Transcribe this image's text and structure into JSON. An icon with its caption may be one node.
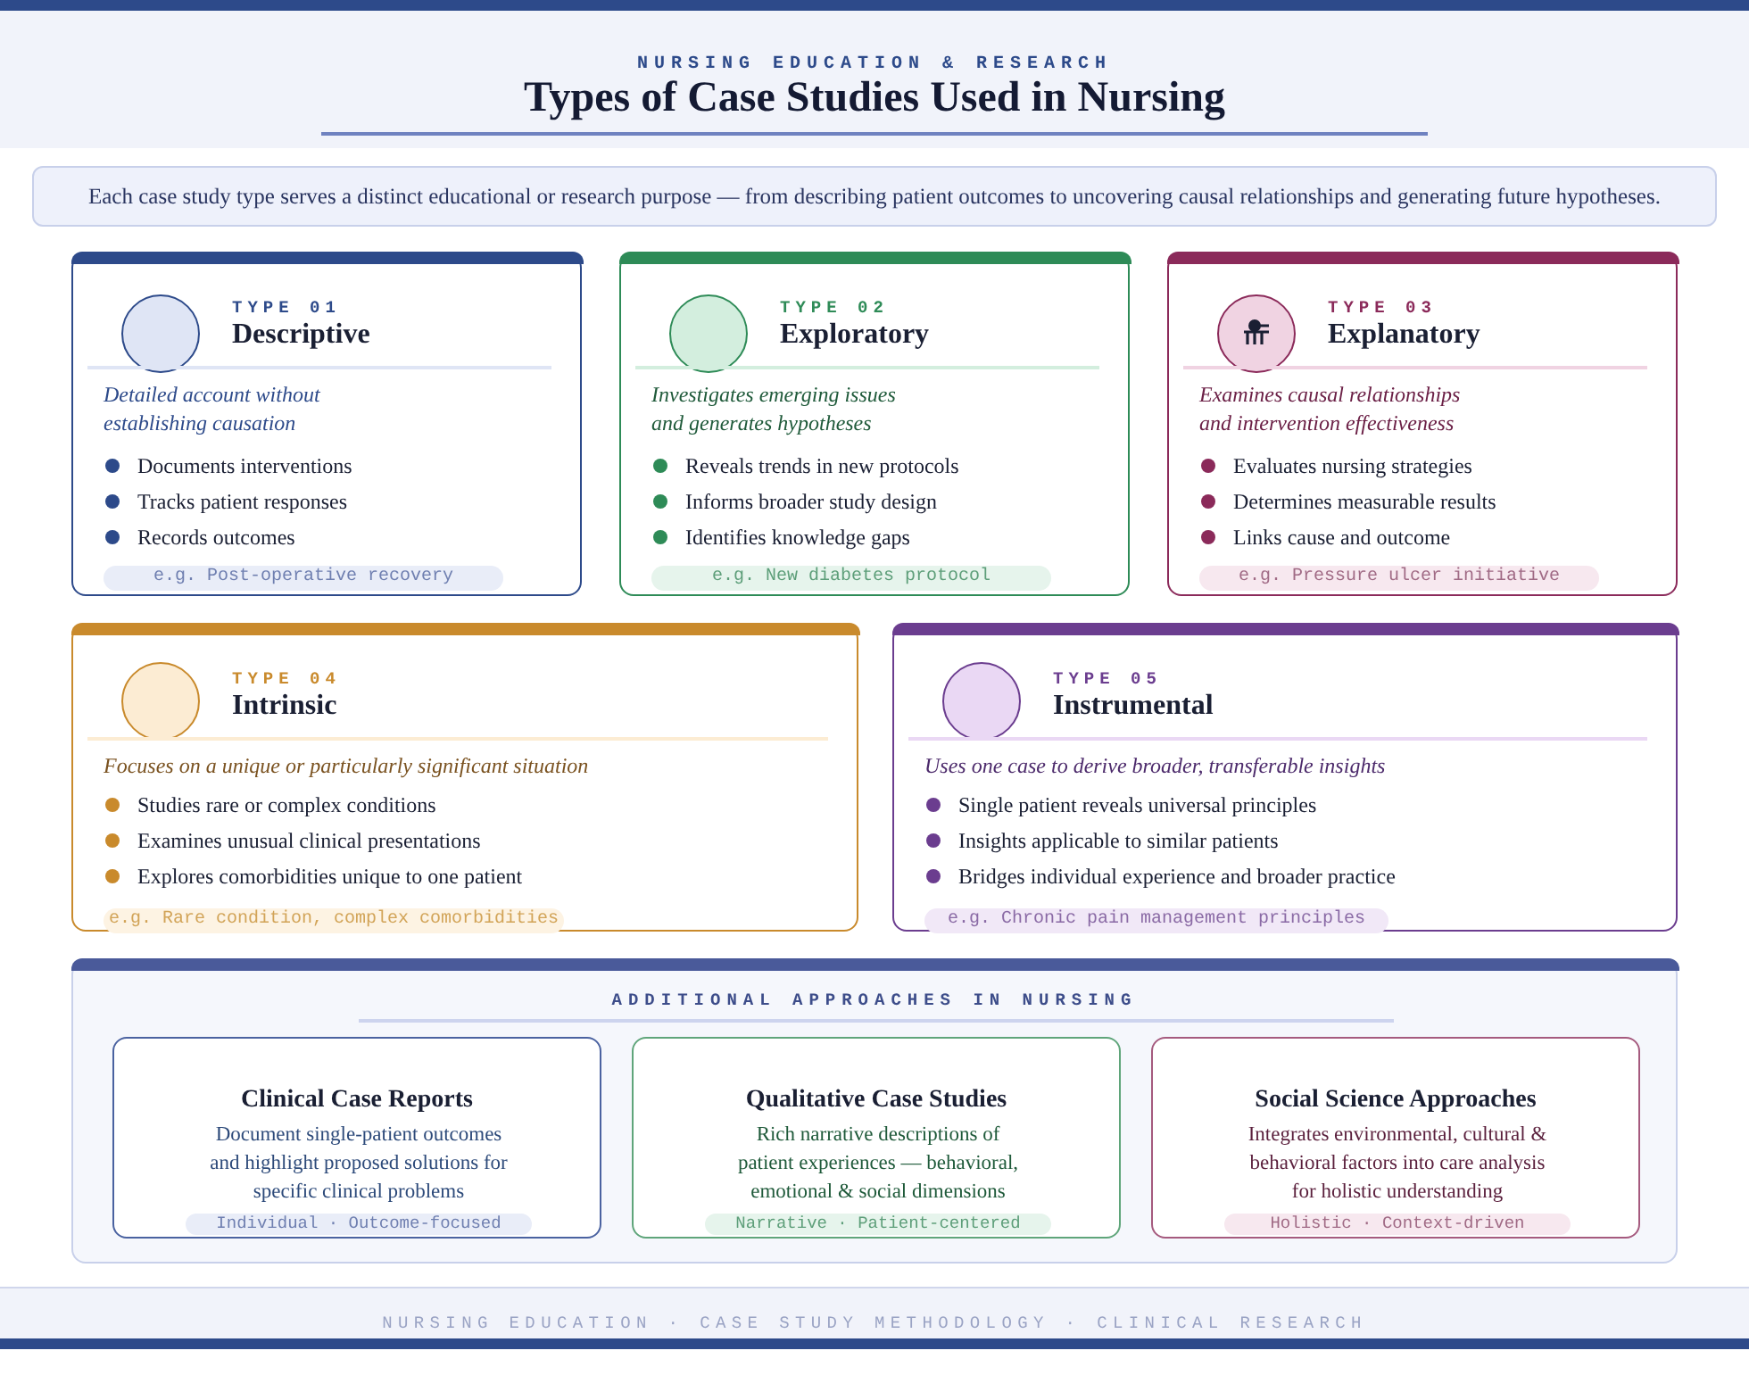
{
  "diagram": {
    "title": "Types of Case Studies Used in Nursing",
    "nodes": [
      {
        "text": [
          "Each case study type serves a distinct educational or research purpose — from describing patient outcomes to uncovering causal relationships and generating future hypotheses."
        ]
      },
      {
        "text": [
          "TYPE 01",
          "Descriptive",
          "Detailed account without establishing causation",
          "Documents interventions",
          "Tracks patient responses",
          "Records outcomes",
          "e.g. Post-operative recovery"
        ]
      },
      {
        "text": [
          "TYPE 02",
          "Exploratory",
          "Investigates emerging issues and generates hypotheses",
          "Reveals trends in new protocols",
          "Informs broader study design",
          "Identifies knowledge gaps",
          "e.g. New diabetes protocol"
        ]
      },
      {
        "text": [
          "TYPE 03",
          "Explanatory",
          "Examines causal relationships and intervention effectiveness",
          "Evaluates nursing strategies",
          "Determines measurable results",
          "Links cause and outcome",
          "e.g. Pressure ulcer initiative"
        ]
      },
      {
        "text": [
          "TYPE 04",
          "Intrinsic",
          "Focuses on a unique or particularly significant situation",
          "Studies rare or complex conditions",
          "Examines unusual clinical presentations",
          "Explores comorbidities unique to one patient",
          "e.g. Rare condition, complex comorbidities"
        ]
      },
      {
        "text": [
          "TYPE 05",
          "Instrumental",
          "Uses one case to derive broader, transferable insights",
          "Single patient reveals universal principles",
          "Insights applicable to similar patients",
          "Bridges individual experience and broader practice",
          "e.g. Chronic pain management principles"
        ]
      },
      {
        "text": [
          "ADDITIONAL APPROACHES IN NURSING"
        ]
      },
      {
        "text": [
          "Clinical Case Reports",
          "Document single-patient outcomes and highlight proposed solutions for specific clinical problems",
          "Individual · Outcome-focused"
        ],
        "in": 6
      },
      {
        "text": [
          "Qualitative Case Studies",
          "Rich narrative descriptions of patient experiences — behavioral, emotional & social dimensions",
          "Narrative · Patient-centered"
        ],
        "in": 6
      },
      {
        "text": [
          "Social Science Approaches",
          "Integrates environmental, cultural & behavioral factors into care analysis for holistic understanding",
          "Holistic · Context-driven"
        ],
        "in": 6
      }
    ],
    "edges": [],
    "labels": [
      "NURSING EDUCATION & RESEARCH",
      "NURSING EDUCATION · CASE STUDY METHODOLOGY · CLINICAL RESEARCH"
    ]
  }
}
